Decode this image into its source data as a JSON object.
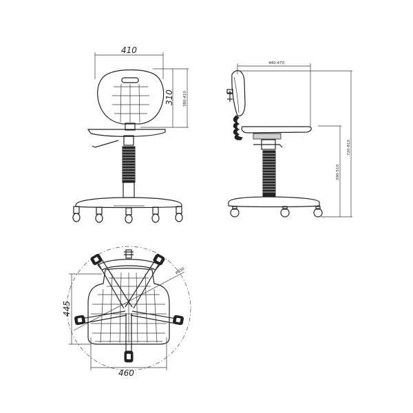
{
  "front_view": {
    "width_label": "410",
    "back_height_label": "310",
    "back_range_label": "380-410"
  },
  "side_view": {
    "depth_label": "440-470",
    "total_height_label": "720-810",
    "seat_height_label": "390-510"
  },
  "top_view": {
    "depth_label": "445",
    "width_label": "460",
    "base_diameter_label": "ø650"
  }
}
